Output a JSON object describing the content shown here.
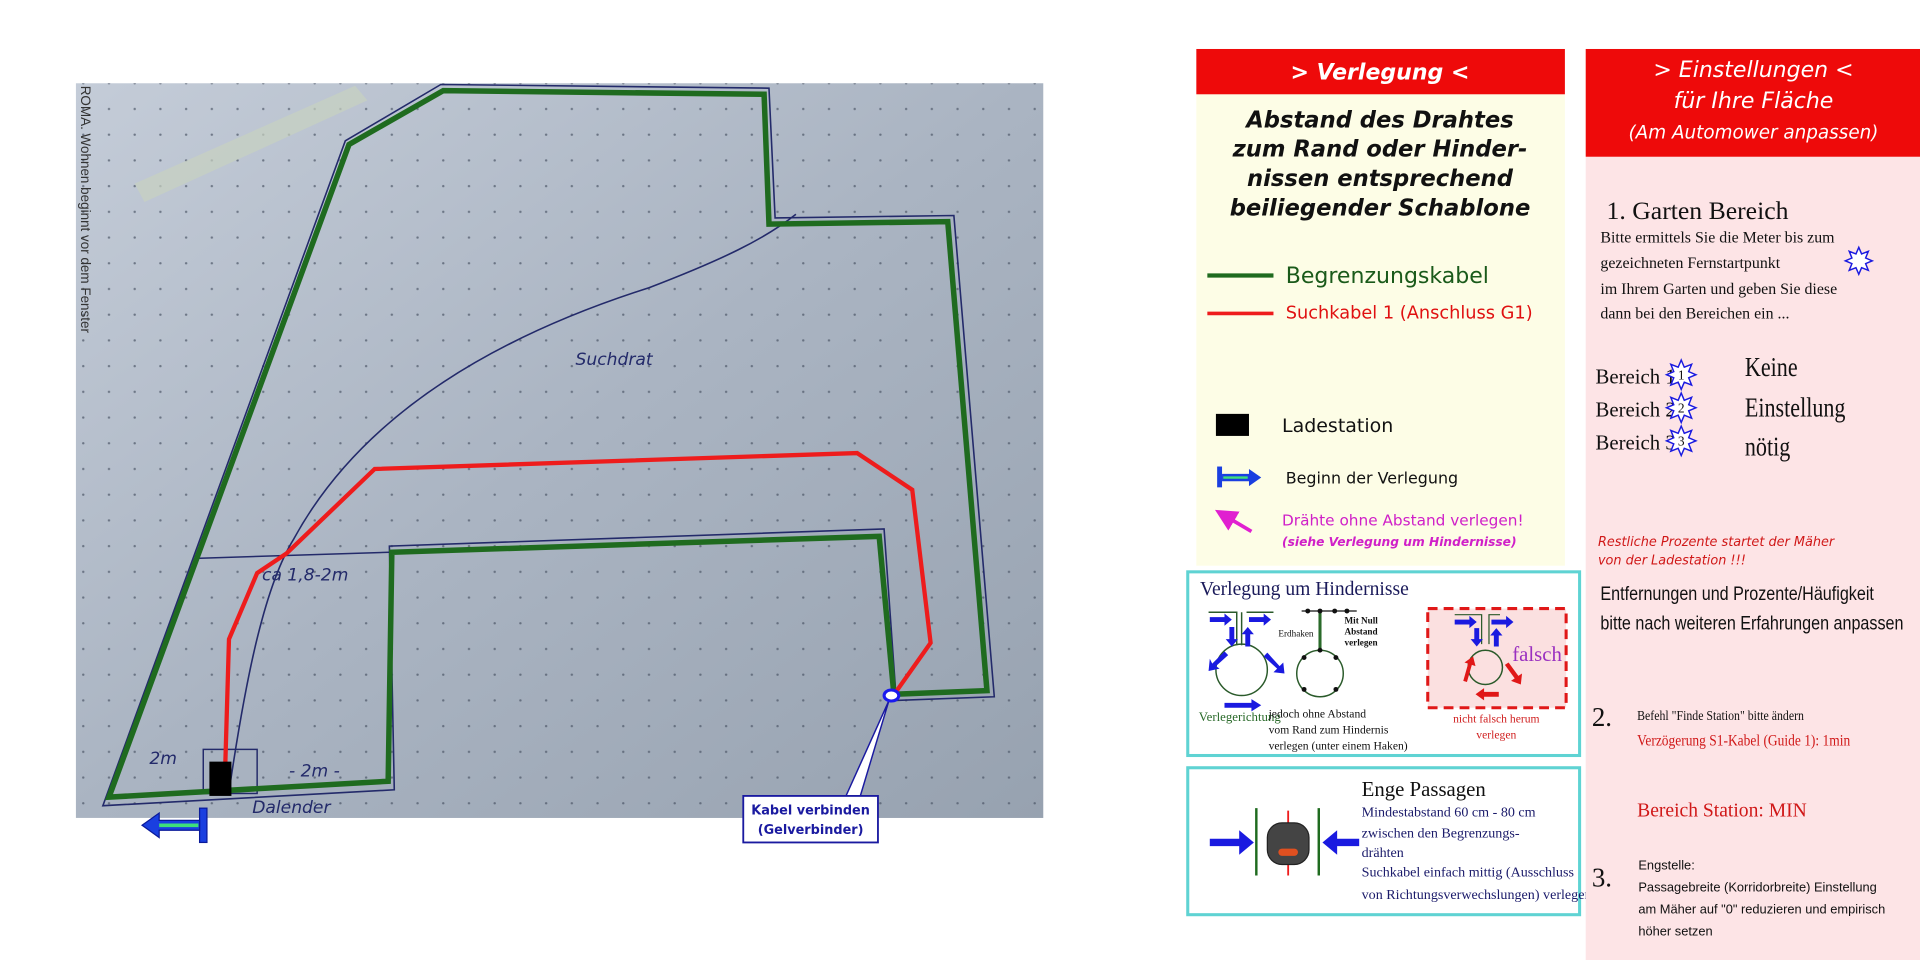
{
  "photo": {
    "vertical_print": "ROMA. Wohnen beginnt vor dem Fenster",
    "label_suchdraht": "Suchdrat",
    "label_width": "ca 1,8-2m",
    "label_2m_left": "2m",
    "label_2m_bottom": "- 2m -",
    "label_station": "Dalender",
    "callout": [
      "Kabel verbinden",
      "(Gelverbinder)"
    ]
  },
  "verlegung": {
    "header": "> Verlegung <",
    "intro": [
      "Abstand des Drahtes",
      "zum Rand oder Hinder-",
      "nissen entsprechend",
      "beiliegender Schablone"
    ],
    "legend": {
      "boundary": "Begrenzungskabel",
      "guide": "Suchkabel 1 (Anschluss G1)",
      "station": "Ladestation",
      "start": "Beginn der Verlegung",
      "no_gap": "Drähte ohne Abstand verlegen!",
      "no_gap_note": "(siehe Verlegung um Hindernisse)"
    },
    "obstacles": {
      "title": "Verlegung um Hindernisse",
      "direction": "Verlegerichtung",
      "hook": "Erdhaken",
      "zero_gap": [
        "Mit Null",
        "Abstand",
        "verlegen"
      ],
      "note": [
        "jedoch ohne Abstand",
        "vom Rand zum Hindernis",
        "verlegen (unter einem Haken)"
      ],
      "wrong": "falsch",
      "wrong_note": [
        "nicht falsch herum",
        "verlegen"
      ]
    },
    "passages": {
      "title": "Enge Passagen",
      "lines": [
        "Mindestabstand 60 cm - 80 cm",
        "zwischen den Begrenzungs-",
        "drähten",
        "Suchkabel einfach mittig (Ausschluss",
        "von Richtungsverwechslungen) verlegen"
      ]
    }
  },
  "einstellungen": {
    "header": [
      "> Einstellungen <",
      "für Ihre Fläche",
      "(Am Automower anpassen)"
    ],
    "section1_title": "1. Garten Bereich",
    "section1_text": [
      "Bitte ermittels Sie die Meter bis zum",
      "gezeichneten Fernstartpunkt",
      "im Ihrem Garten und geben Sie diese",
      "dann bei den Bereichen ein ..."
    ],
    "areas": [
      {
        "label": "Bereich 1",
        "num": "1",
        "note": "Keine"
      },
      {
        "label": "Bereich 2",
        "num": "2",
        "note": "Einstellung"
      },
      {
        "label": "Bereich 3",
        "num": "3",
        "note": "nötig"
      }
    ],
    "rest_note": [
      "Restliche Prozente  startet der Mäher",
      "von der Ladestation !!!"
    ],
    "adjust_note": [
      "Entfernungen und Prozente/Häufigkeit",
      "bitte nach weiteren Erfahrungen anpassen"
    ],
    "section2_num": "2.",
    "section2_text": "Befehl \"Finde Station\" bitte ändern",
    "section2_red": "Verzögerung S1-Kabel (Guide 1): 1min",
    "station_area": "Bereich Station: MIN",
    "section3_num": "3.",
    "section3_title": "Engstelle:",
    "section3_text": [
      "Passagebreite (Korridorbreite) Einstellung",
      "am Mäher auf \"0\" reduzieren und empirisch",
      "höher setzen"
    ]
  },
  "colors": {
    "boundary": "#1f6b1f",
    "guide": "#ee1c1c",
    "header_red": "#ee0a0a",
    "cyan": "#5fd3d3",
    "magenta": "#e020d0",
    "navy": "#1a1a7a"
  }
}
